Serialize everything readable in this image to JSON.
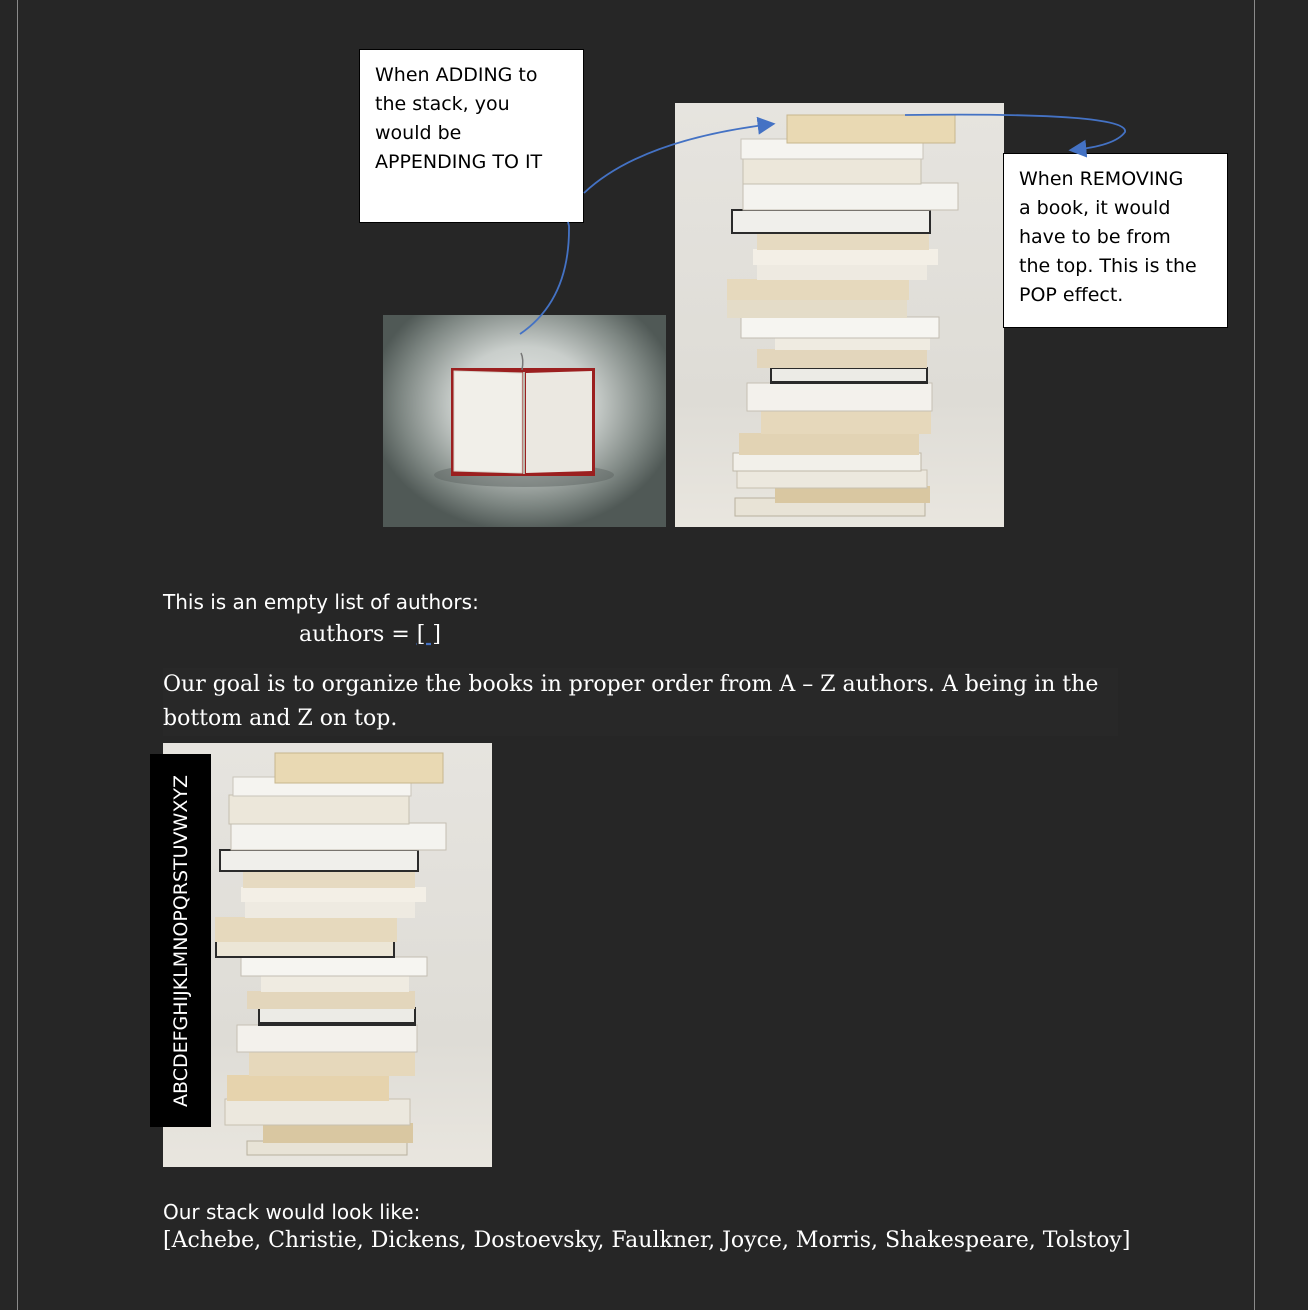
{
  "callouts": {
    "adding": "When ADDING to\nthe stack, you\nwould be\nAPPENDING TO IT",
    "removing": "When REMOVING\na book, it would\nhave to be from\nthe top. This is the\nPOP effect."
  },
  "alphabet_label": "ABCDEFGHIJKLMNOPQRSTUVWXYZ",
  "text": {
    "empty_list_intro": "This is an empty list of authors:",
    "authors_assignment_prefix": "authors = ",
    "authors_assignment_value": "[ ]",
    "goal": "Our goal is to organize the books in proper order from A – Z authors. A being in the bottom and Z on top.",
    "stack_label": "Our stack would look like:",
    "stack_list": "[Achebe, Christie, Dickens, Dostoevsky, Faulkner, Joyce, Morris, Shakespeare, Tolstoy]"
  },
  "colors": {
    "background": "#262626",
    "arrow": "#4472c4",
    "callout_bg": "#ffffff",
    "text": "#ffffff"
  }
}
